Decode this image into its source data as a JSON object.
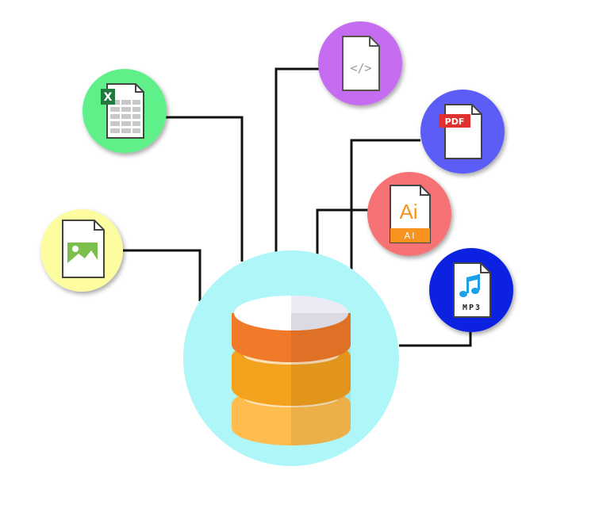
{
  "diagram": {
    "center": {
      "name": "database",
      "circle_color": "#aef6f8",
      "cylinder_colors": {
        "top_band": "#f07a2a",
        "middle_band": "#f3a21e",
        "bottom_band": "#ffbd4f",
        "lid": "#ffffff",
        "lid_shade": "#eceaf4"
      }
    },
    "nodes": [
      {
        "id": "excel",
        "icon": "excel-spreadsheet-icon",
        "circle_color": "#5ef08a",
        "badge_text": "X",
        "badge_color": "#1f7a40"
      },
      {
        "id": "image",
        "icon": "image-file-icon",
        "circle_color": "#fdfca0",
        "badge_color": "#7bc04d"
      },
      {
        "id": "code",
        "icon": "code-file-icon",
        "circle_color": "#c56cf0",
        "label": "</>"
      },
      {
        "id": "pdf",
        "icon": "pdf-file-icon",
        "circle_color": "#5b5cf6",
        "label": "PDF",
        "badge_color": "#e0312e"
      },
      {
        "id": "ai",
        "icon": "illustrator-file-icon",
        "circle_color": "#f77274",
        "label": "Ai",
        "sub_label": "AI",
        "badge_color": "#f7931e"
      },
      {
        "id": "mp3",
        "icon": "mp3-file-icon",
        "circle_color": "#0a23e0",
        "label": "MP3",
        "badge_color": "#1ea0e8"
      }
    ],
    "connector_color": "#111111"
  }
}
